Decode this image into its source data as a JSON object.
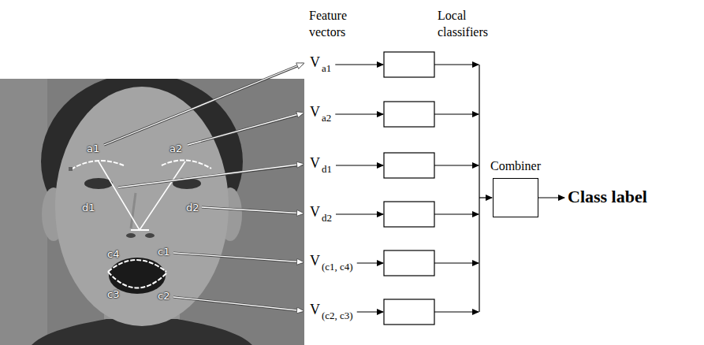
{
  "diagram": {
    "nodes": [
      {
        "text": [
          "Combiner"
        ]
      }
    ],
    "labels": [
      "Feature vectors",
      "Local classifiers",
      "V",
      "a1",
      "V",
      "a2",
      "V",
      "d1",
      "V",
      "d2",
      "V",
      "(c1, c4)",
      "V",
      "(c2, c3)",
      "a1",
      "a2",
      "d1",
      "d2",
      "c4",
      "c1",
      "c3",
      "c2",
      "Class label"
    ]
  }
}
